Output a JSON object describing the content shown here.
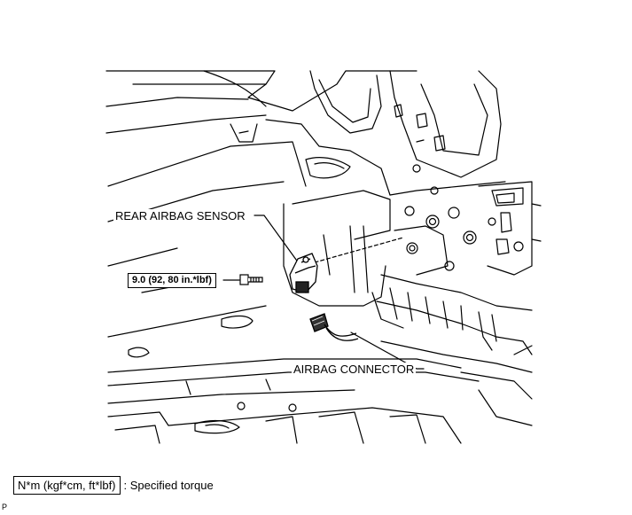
{
  "labels": {
    "sensor": "REAR AIRBAG SENSOR",
    "connector": "AIRBAG CONNECTOR",
    "torque": "9.0 (92, 80 in.*lbf)"
  },
  "legend": {
    "unit_box": "N*m (kgf*cm, ft*lbf)",
    "description": ": Specified torque"
  },
  "corner_code": "P"
}
